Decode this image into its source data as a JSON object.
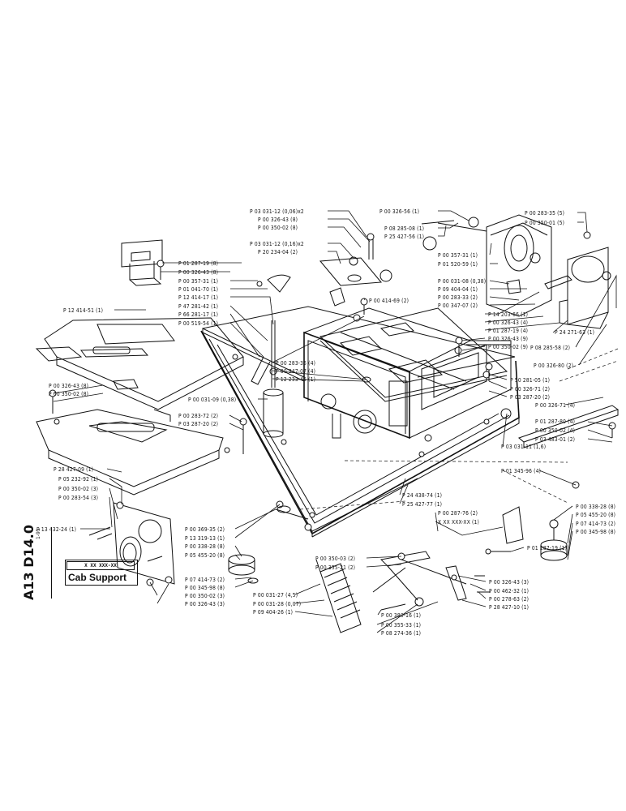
{
  "document": {
    "side_code": "A13 D14.0",
    "date": "1-91",
    "number_placeholder": "X XX XXX-XX",
    "title": "Cab Support"
  },
  "callouts": [
    {
      "id": "c1",
      "text": "P 03 031-12 (0,06)x2"
    },
    {
      "id": "c2",
      "text": "P 00 326-43 (8)"
    },
    {
      "id": "c3",
      "text": "P 00 350-02 (8)"
    },
    {
      "id": "c4",
      "text": "P 03 031-12 (0,16)x2"
    },
    {
      "id": "c5",
      "text": "P 20 234-04 (2)"
    },
    {
      "id": "c6",
      "text": "P 00 326-56 (1)"
    },
    {
      "id": "c7",
      "text": "P 08 285-08 (1)"
    },
    {
      "id": "c8",
      "text": "P 25 427-56 (1)"
    },
    {
      "id": "c9",
      "text": "P 00 357-31 (1)"
    },
    {
      "id": "c10",
      "text": "P 01 520-59 (1)"
    },
    {
      "id": "c11",
      "text": "P 00 283-35 (5)"
    },
    {
      "id": "c12",
      "text": "P 00 350-01 (5)"
    },
    {
      "id": "c13",
      "text": "P 01 287-19 (8)"
    },
    {
      "id": "c14",
      "text": "P 00 326-43 (8)"
    },
    {
      "id": "c15",
      "text": "P 00 357-31 (1)"
    },
    {
      "id": "c16",
      "text": "P 01 041-70 (1)"
    },
    {
      "id": "c17",
      "text": "P 12 414-17 (1)"
    },
    {
      "id": "c18",
      "text": "P 47 281-42 (1)"
    },
    {
      "id": "c19",
      "text": "P 66 281-17 (1)"
    },
    {
      "id": "c20",
      "text": "P 00 519-54 (1)"
    },
    {
      "id": "c21",
      "text": "P 12 414-51 (1)"
    },
    {
      "id": "c22",
      "text": "P 00 414-69 (2)"
    },
    {
      "id": "c23",
      "text": "P 00 031-08 (0,38)"
    },
    {
      "id": "c24",
      "text": "P 09 404-04 (1)"
    },
    {
      "id": "c25",
      "text": "P 00 283-33 (2)"
    },
    {
      "id": "c26",
      "text": "P 00 347-07 (2)"
    },
    {
      "id": "c27",
      "text": "P 14 203-66 (1)"
    },
    {
      "id": "c28",
      "text": "P 00 326-43 (4)"
    },
    {
      "id": "c29",
      "text": "P 01 287-19 (4)"
    },
    {
      "id": "c30",
      "text": "P 24 271-63 (1)"
    },
    {
      "id": "c31",
      "text": "P 00 326-43 (9)"
    },
    {
      "id": "c32",
      "text": "P 00 350-02 (9)"
    },
    {
      "id": "c33",
      "text": "P 08 285-58 (2)"
    },
    {
      "id": "c34",
      "text": "P 00 326-80 (2)"
    },
    {
      "id": "c35",
      "text": "P 00 283-35 (4)"
    },
    {
      "id": "c36",
      "text": "P 00 347-07 (4)"
    },
    {
      "id": "c37",
      "text": "P 12 233-45 (1)"
    },
    {
      "id": "c38",
      "text": "P 50 281-05 (1)"
    },
    {
      "id": "c39",
      "text": "P 00 326-71 (2)"
    },
    {
      "id": "c40",
      "text": "P 03 287-20 (2)"
    },
    {
      "id": "c41",
      "text": "P 00 326-71 (4)"
    },
    {
      "id": "c42",
      "text": "P 00 326-43 (8)"
    },
    {
      "id": "c43",
      "text": "P 00 350-02 (8)"
    },
    {
      "id": "c44",
      "text": "P 00 031-09 (0,38)"
    },
    {
      "id": "c45",
      "text": "P 00 283-72 (2)"
    },
    {
      "id": "c46",
      "text": "P 03 287-20 (2)"
    },
    {
      "id": "c47",
      "text": "P 01 287-80 (4)"
    },
    {
      "id": "c48",
      "text": "P 00 350-02 (4)"
    },
    {
      "id": "c49",
      "text": "P 03 483-01 (2)"
    },
    {
      "id": "c50",
      "text": "P 28 427-09 (1)"
    },
    {
      "id": "c51",
      "text": "P 05 232-92 (1)"
    },
    {
      "id": "c52",
      "text": "P 00 350-02 (3)"
    },
    {
      "id": "c53",
      "text": "P 00 283-54 (3)"
    },
    {
      "id": "c54",
      "text": "P 03 031-11 (1,6)"
    },
    {
      "id": "c55",
      "text": "P 01 345-96 (4)"
    },
    {
      "id": "c56",
      "text": "P 13 432-24 (1)"
    },
    {
      "id": "c57",
      "text": "P 00 369-35 (2)"
    },
    {
      "id": "c58",
      "text": "P 13 319-13 (1)"
    },
    {
      "id": "c59",
      "text": "P 00 338-28 (8)"
    },
    {
      "id": "c60",
      "text": "P 05 455-20 (8)"
    },
    {
      "id": "c61",
      "text": "P 24 438-74 (1)"
    },
    {
      "id": "c62",
      "text": "P 25 427-77 (1)"
    },
    {
      "id": "c63",
      "text": "P 00 287-76 (2)"
    },
    {
      "id": "c64",
      "text": "X XX XXX-XX (1)"
    },
    {
      "id": "c65",
      "text": "P 00 338-28 (8)"
    },
    {
      "id": "c66",
      "text": "P 05 455-20 (8)"
    },
    {
      "id": "c67",
      "text": "P 07 414-73 (2)"
    },
    {
      "id": "c68",
      "text": "P 00 345-98 (8)"
    },
    {
      "id": "c69",
      "text": "P 07 414-73 (2)"
    },
    {
      "id": "c70",
      "text": "P 00 345-98 (8)"
    },
    {
      "id": "c71",
      "text": "P 00 350-03 (2)"
    },
    {
      "id": "c72",
      "text": "P 00 355-21 (2)"
    },
    {
      "id": "c73",
      "text": "P 01 287-19 (1)"
    },
    {
      "id": "c74",
      "text": "P 00 350-02 (3)"
    },
    {
      "id": "c75",
      "text": "P 00 326-43 (3)"
    },
    {
      "id": "c76",
      "text": "P 00 031-27 (4,5)"
    },
    {
      "id": "c77",
      "text": "P 00 031-28 (0,07)"
    },
    {
      "id": "c78",
      "text": "P 09 404-26 (1)"
    },
    {
      "id": "c79",
      "text": "P 00 380-16 (1)"
    },
    {
      "id": "c80",
      "text": "P 00 355-33 (1)"
    },
    {
      "id": "c81",
      "text": "P 08 274-36 (1)"
    },
    {
      "id": "c82",
      "text": "P 00 326-43 (3)"
    },
    {
      "id": "c83",
      "text": "P 00 462-32 (1)"
    },
    {
      "id": "c84",
      "text": "P 00 278-63 (2)"
    },
    {
      "id": "c85",
      "text": "P 28 427-10 (1)"
    }
  ]
}
